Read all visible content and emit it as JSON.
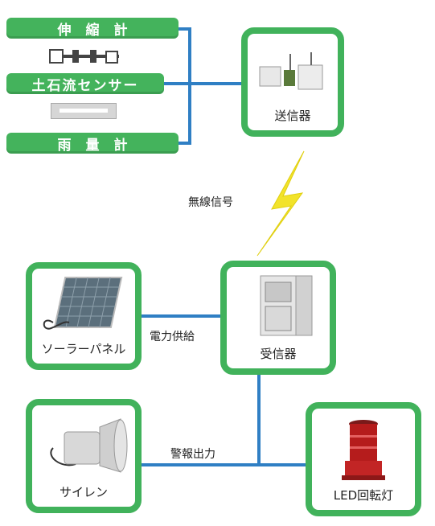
{
  "sensors": {
    "extensometer": "伸縮計",
    "debris_sensor": "土石流センサー",
    "rain_gauge": "雨量計"
  },
  "transmitter": {
    "label": "送信器"
  },
  "wireless": {
    "label": "無線信号"
  },
  "solar": {
    "label": "ソーラーパネル"
  },
  "power": {
    "label": "電力供給"
  },
  "receiver": {
    "label": "受信器"
  },
  "siren": {
    "label": "サイレン"
  },
  "alarm": {
    "label": "警報出力"
  },
  "led": {
    "label": "LED回転灯"
  },
  "colors": {
    "green": "#41b25b",
    "line": "#2f7fc4",
    "lightning": "#f2e32a"
  }
}
